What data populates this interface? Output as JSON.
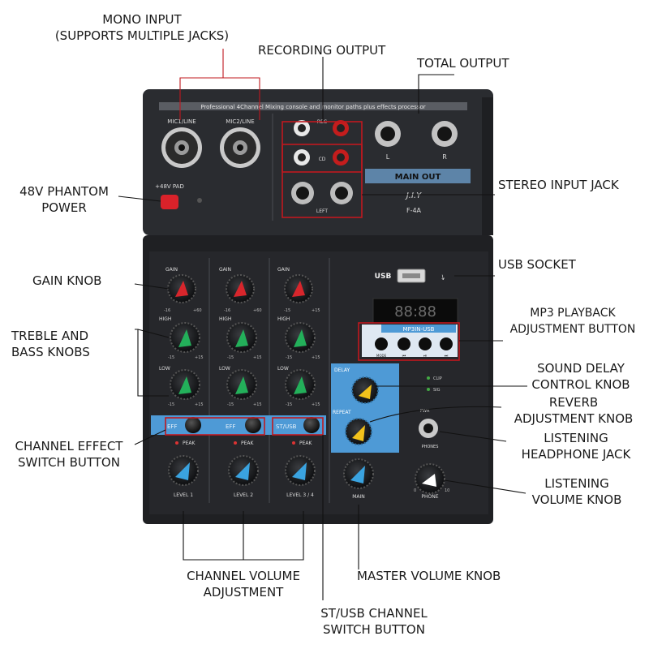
{
  "device": {
    "header_text": "Professional 4Channel Mixing console and monitor paths plus effects processor",
    "mic1_label": "MIC1/LINE",
    "mic2_label": "MIC2/LINE",
    "phantom_label": "+48V PAD",
    "main_out_label": "MAIN OUT",
    "brand": "J.I.Y",
    "model": "F-4A",
    "rec_label": "REC",
    "cd_label": "CD",
    "jack_l_label": "L",
    "jack_r_label": "R",
    "left_label": "LEFT",
    "usb_label": "USB",
    "display_digits": "88:88",
    "mp3_panel_label": "MP3IN-USB",
    "mp3_btn_labels": [
      "MODE",
      "⏮",
      "⏯",
      "⏭"
    ],
    "gain_label": "GAIN",
    "high_label": "HIGH",
    "low_label": "LOW",
    "gain_scale": [
      "-16",
      "+60"
    ],
    "eq_scale": [
      "-15",
      "+15"
    ],
    "eff_label": "EFF",
    "stusb_label": "ST/USB",
    "peak_label": "PEAK",
    "level_labels": [
      "LEVEL 1",
      "LEVEL 2",
      "LEVEL 3 / 4"
    ],
    "delay_label": "DELAY",
    "repeat_label": "REPEAT",
    "main_label": "MAIN",
    "phones_label": "PHONES",
    "phone_label": "PHONE",
    "clip_label": "CLIP",
    "sig_label": "SIG",
    "pwr_label": "PWR",
    "vol_scale": [
      "0",
      "10"
    ]
  },
  "callouts": {
    "mono_input": [
      "MONO INPUT",
      "(SUPPORTS MULTIPLE JACKS)"
    ],
    "recording_output": "RECORDING OUTPUT",
    "total_output": "TOTAL OUTPUT",
    "phantom_power": [
      "48V PHANTOM",
      "POWER"
    ],
    "stereo_input_jack": "STEREO INPUT JACK",
    "gain_knob": "GAIN KNOB",
    "usb_socket": "USB SOCKET",
    "mp3_playback": [
      "MP3 PLAYBACK",
      "ADJUSTMENT BUTTON"
    ],
    "treble_bass": [
      "TREBLE AND",
      "BASS KNOBS"
    ],
    "sound_delay": [
      "SOUND DELAY",
      "CONTROL KNOB"
    ],
    "reverb": [
      "REVERB",
      "ADJUSTMENT KNOB"
    ],
    "channel_effect": [
      "CHANNEL EFFECT",
      "SWITCH BUTTON"
    ],
    "headphone_jack": [
      "LISTENING",
      "HEADPHONE JACK"
    ],
    "listening_volume": [
      "LISTENING",
      "VOLUME KNOB"
    ],
    "channel_volume": [
      "CHANNEL VOLUME",
      "ADJUSTMENT"
    ],
    "master_volume": "MASTER VOLUME KNOB",
    "st_usb_switch": [
      "ST/USB CHANNEL",
      "SWITCH BUTTON"
    ]
  },
  "colors": {
    "device_body": "#2a2c30",
    "panel_dark": "#1c1d20",
    "accent_blue": "#4e9ad6",
    "knob_red": "#d8262c",
    "knob_green": "#23b05a",
    "knob_blue": "#3aa3e0",
    "knob_yellow": "#f2c21b",
    "callout_line": "#c0181e"
  }
}
